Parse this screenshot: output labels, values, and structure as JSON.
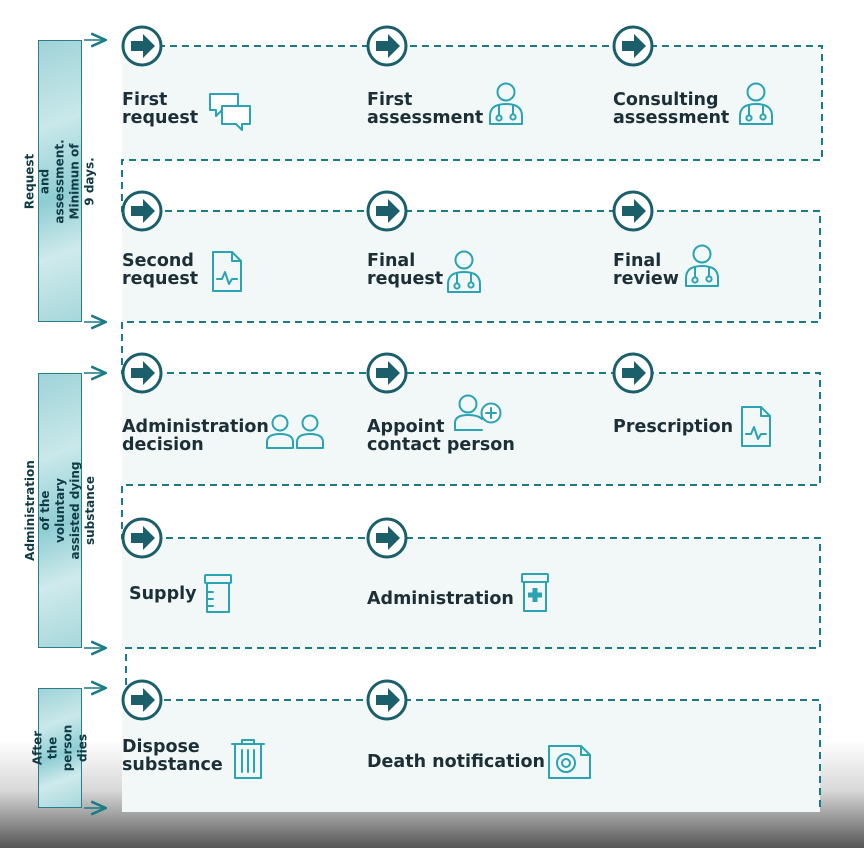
{
  "phases": [
    {
      "text": "Request and assessment. Minimun of 9 days."
    },
    {
      "text": "Administration of the voluntary assisted dying substance"
    },
    {
      "text": "After the person dies"
    }
  ],
  "steps": {
    "first_request": {
      "line1": "First",
      "line2": "request",
      "icon": "chat-icon"
    },
    "first_assessment": {
      "line1": "First",
      "line2": "assessment",
      "icon": "doctor-icon"
    },
    "consulting_assessment": {
      "line1": "Consulting",
      "line2": "assessment",
      "icon": "doctor-icon"
    },
    "second_request": {
      "line1": "Second",
      "line2": "request",
      "icon": "document-icon"
    },
    "final_request": {
      "line1": "Final",
      "line2": "request",
      "icon": "doctor-icon"
    },
    "final_review": {
      "line1": "Final",
      "line2": "review",
      "icon": "doctor-icon"
    },
    "administration_decision": {
      "line1": "Administration",
      "line2": "decision",
      "icon": "people-icon"
    },
    "appoint_contact_person": {
      "line1": "Appoint",
      "line2": "contact person",
      "icon": "add-person-icon"
    },
    "prescription": {
      "line1": "Prescription",
      "icon": "document-icon"
    },
    "supply": {
      "line1": "Supply",
      "icon": "bottle-icon"
    },
    "administration": {
      "line1": "Administration",
      "icon": "medicine-bottle-icon"
    },
    "dispose_substance": {
      "line1": "Dispose",
      "line2": "substance",
      "icon": "trash-icon"
    },
    "death_notification": {
      "line1": "Death notification",
      "icon": "certificate-icon"
    }
  },
  "colors": {
    "teal": "#1a7a86",
    "dark_teal": "#1b5f6b",
    "row_fill": "#f2f8f8",
    "icon": "#2aa3b3"
  }
}
